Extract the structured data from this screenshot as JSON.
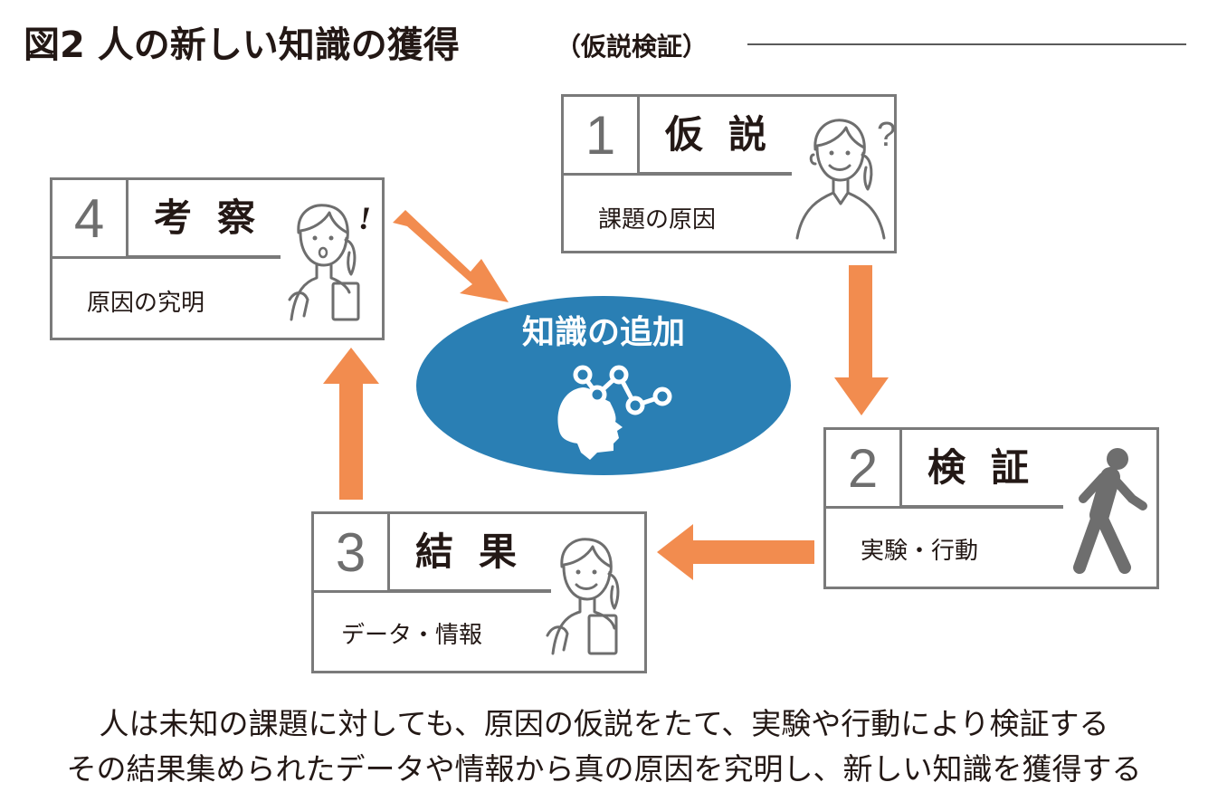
{
  "title": {
    "main": "図2  人の新しい知識の獲得",
    "sub": "（仮説検証）"
  },
  "center": {
    "label": "知識の追加",
    "icon": "head-network-icon",
    "color": "#2a7fb4"
  },
  "steps": [
    {
      "number": "1",
      "heading": "仮説",
      "sub": "課題の原因",
      "icon": "thinking-woman-icon",
      "mark": "?"
    },
    {
      "number": "2",
      "heading": "検証",
      "sub": "実験・行動",
      "icon": "walking-person-icon"
    },
    {
      "number": "3",
      "heading": "結果",
      "sub": "データ・情報",
      "icon": "woman-with-clipboard-icon"
    },
    {
      "number": "4",
      "heading": "考察",
      "sub": "原因の究明",
      "icon": "surprised-woman-icon",
      "mark": "!"
    }
  ],
  "arrow_color": "#f28c4f",
  "caption": {
    "line1": "人は未知の課題に対しても、原因の仮説をたて、実験や行動により検証する",
    "line2": "その結果集められたデータや情報から真の原因を究明し、新しい知識を獲得する"
  }
}
